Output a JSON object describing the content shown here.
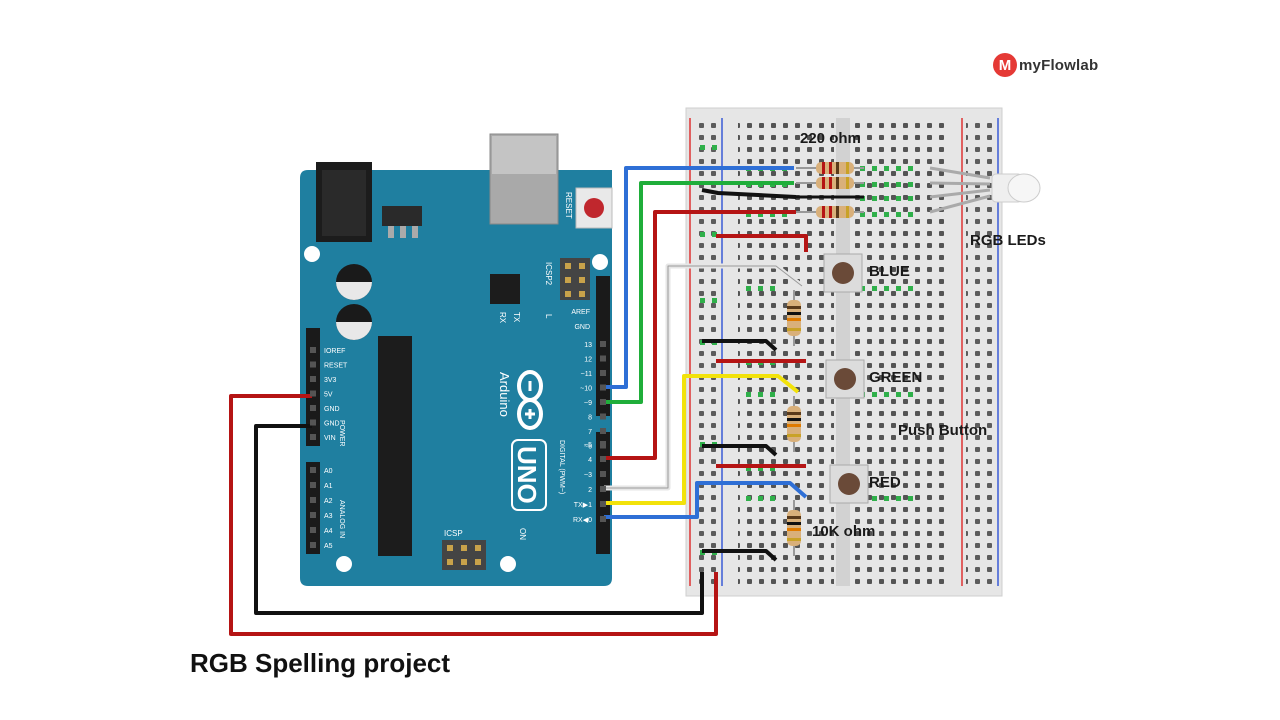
{
  "brand": {
    "badge_letter": "M",
    "name": "myFlowlab",
    "color": "#e53935"
  },
  "labels": {
    "resistor_top": "220 ohm",
    "rgb_leds": "RGB LEDs",
    "button_blue": "BLUE",
    "button_green": "GREEN",
    "push_button": "Push Button",
    "button_red": "RED",
    "resistor_bottom": "10K ohm",
    "title": "RGB Spelling project"
  },
  "arduino": {
    "board_color": "#1f7fa0",
    "reset_label": "RESET",
    "icsp2_label": "ICSP2",
    "icsp_label": "ICSP",
    "aref": "AREF",
    "gnd": "GND",
    "pins_digital": [
      "13",
      "12",
      "~11",
      "~10",
      "~9",
      "8",
      "7",
      "~6",
      "~5",
      "4",
      "~3",
      "2",
      "TX▶1",
      "RX◀0"
    ],
    "power_pins": [
      "IOREF",
      "RESET",
      "3V3",
      "5V",
      "GND",
      "GND",
      "VIN"
    ],
    "analog_pins": [
      "A0",
      "A1",
      "A2",
      "A3",
      "A4",
      "A5"
    ],
    "power_label": "POWER",
    "analog_label": "ANALOG IN",
    "digital_label": "DIGITAL (PWM~)",
    "brand_text": "Arduino",
    "model_text": "UNO",
    "tx_label": "TX",
    "rx_label": "RX",
    "l_label": "L",
    "on_label": "ON"
  },
  "wire_colors": {
    "blue": "#2e6fd6",
    "green": "#1fae3a",
    "red": "#b51414",
    "black": "#111111",
    "white": "#dcdcdc",
    "yellow": "#f2e20a"
  }
}
